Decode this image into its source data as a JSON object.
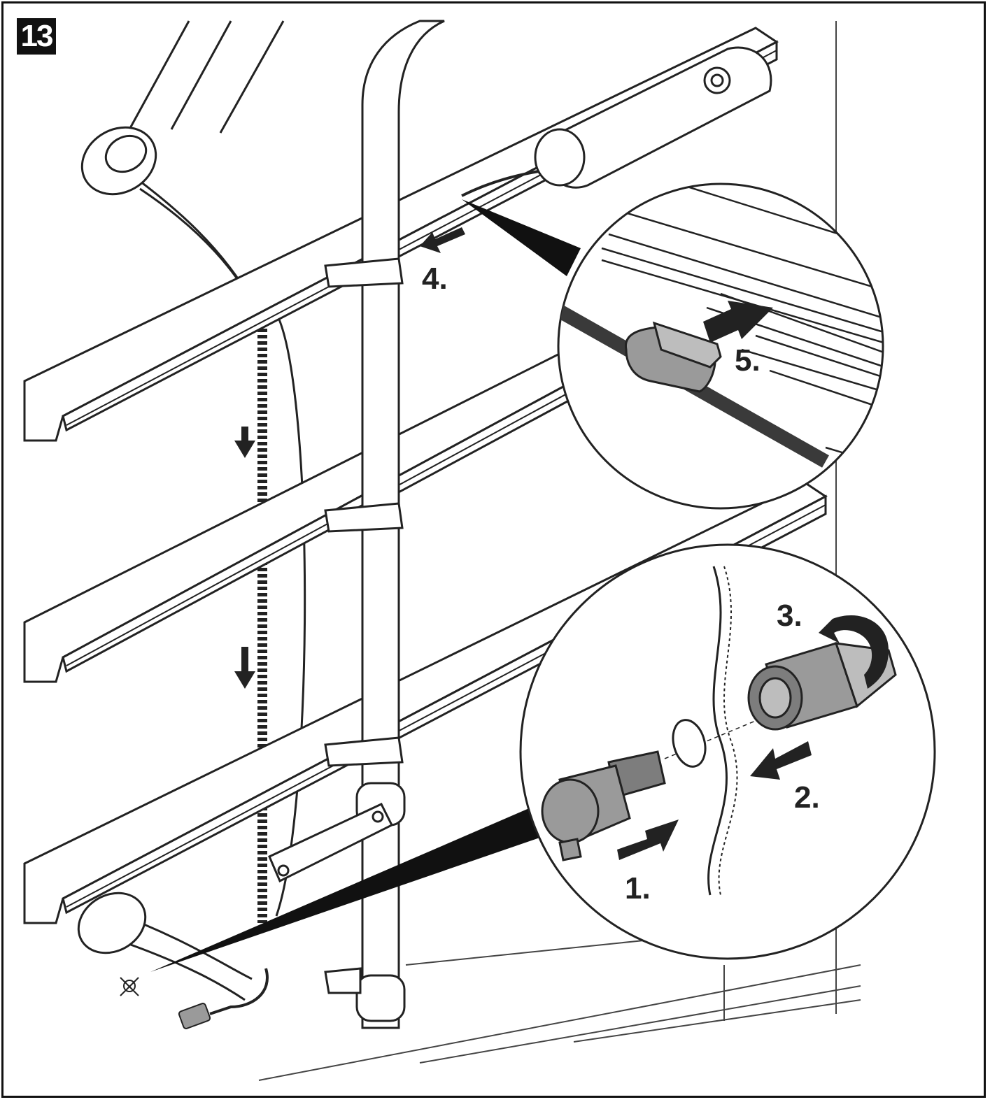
{
  "figure": {
    "step_number": "13",
    "step_labels": {
      "s1": "1.",
      "s2": "2.",
      "s3": "3.",
      "s4": "4.",
      "s5": "5."
    }
  },
  "colors": {
    "line": "#222222",
    "part_fill": "#ffffff",
    "metal_grey": "#9a9a9a",
    "dark_cable": "#3a3a3a",
    "badge_bg": "#111111"
  }
}
